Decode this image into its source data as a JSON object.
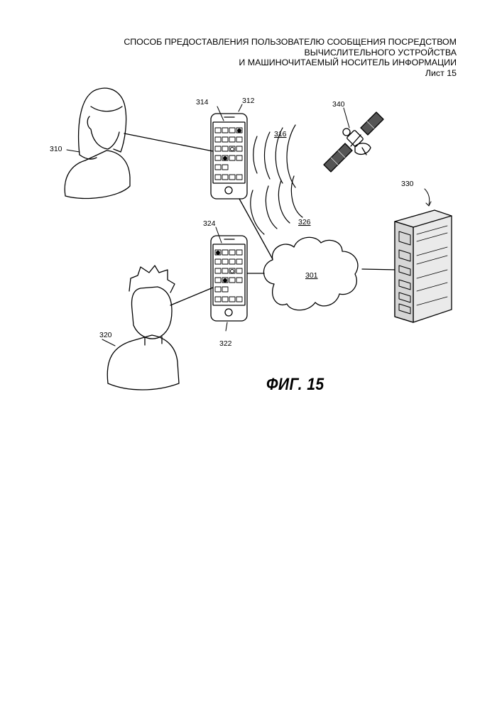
{
  "header": {
    "line1": "СПОСОБ ПРЕДОСТАВЛЕНИЯ ПОЛЬЗОВАТЕЛЮ СООБЩЕНИЯ ПОСРЕДСТВОМ",
    "line2": "ВЫЧИСЛИТЕЛЬНОГО УСТРОЙСТВА",
    "line3": "И МАШИНОЧИТАЕМЫЙ НОСИТЕЛЬ ИНФОРМАЦИИ",
    "sheet": "Лист 15"
  },
  "figure": {
    "caption": "ФИГ. 15",
    "labels": {
      "user_female": "310",
      "user_male": "320",
      "device_top": "312",
      "device_top_screen": "314",
      "device_bottom": "322",
      "device_bottom_screen": "324",
      "wireless_top": "316",
      "wireless_bottom": "326",
      "network": "301",
      "server": "330",
      "satellite": "340"
    }
  }
}
